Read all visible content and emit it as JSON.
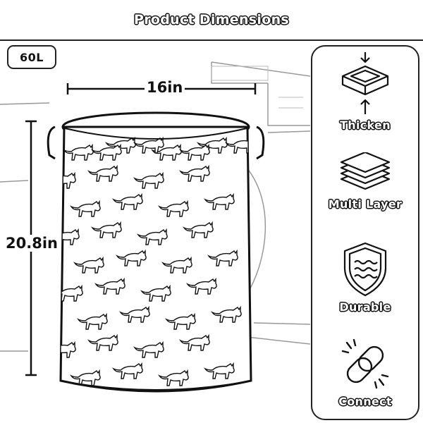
{
  "header": {
    "title": "Product Dimensions"
  },
  "product": {
    "capacity": "60L",
    "width_label": "16in",
    "height_label": "20.8in"
  },
  "features": [
    {
      "label": "Thicken",
      "icon": "thicken-icon"
    },
    {
      "label": "Multi Layer",
      "icon": "layers-icon"
    },
    {
      "label": "Durable",
      "icon": "shield-waves-icon"
    },
    {
      "label": "Connect",
      "icon": "chain-link-icon"
    }
  ]
}
